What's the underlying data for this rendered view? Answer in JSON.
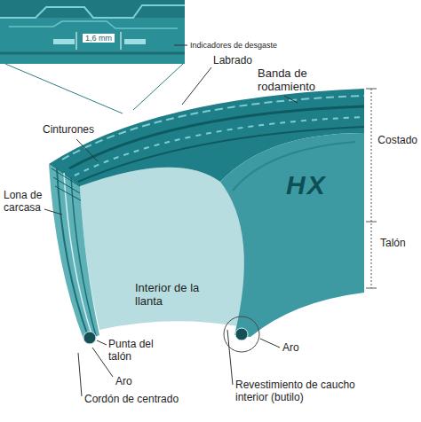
{
  "diagram": {
    "labels": [
      "1,6 mm",
      "Indicadores de desgaste",
      "Labrado",
      "Banda de rodamiento",
      "Costado",
      "Cinturones",
      "Lona de carcasa",
      "Talón",
      "Interior de la llanta",
      "Punta del talón",
      "Aro",
      "Cordón de centrado",
      "Aro",
      "Revestimiento de caucho interior (butilo)",
      "HX"
    ]
  }
}
